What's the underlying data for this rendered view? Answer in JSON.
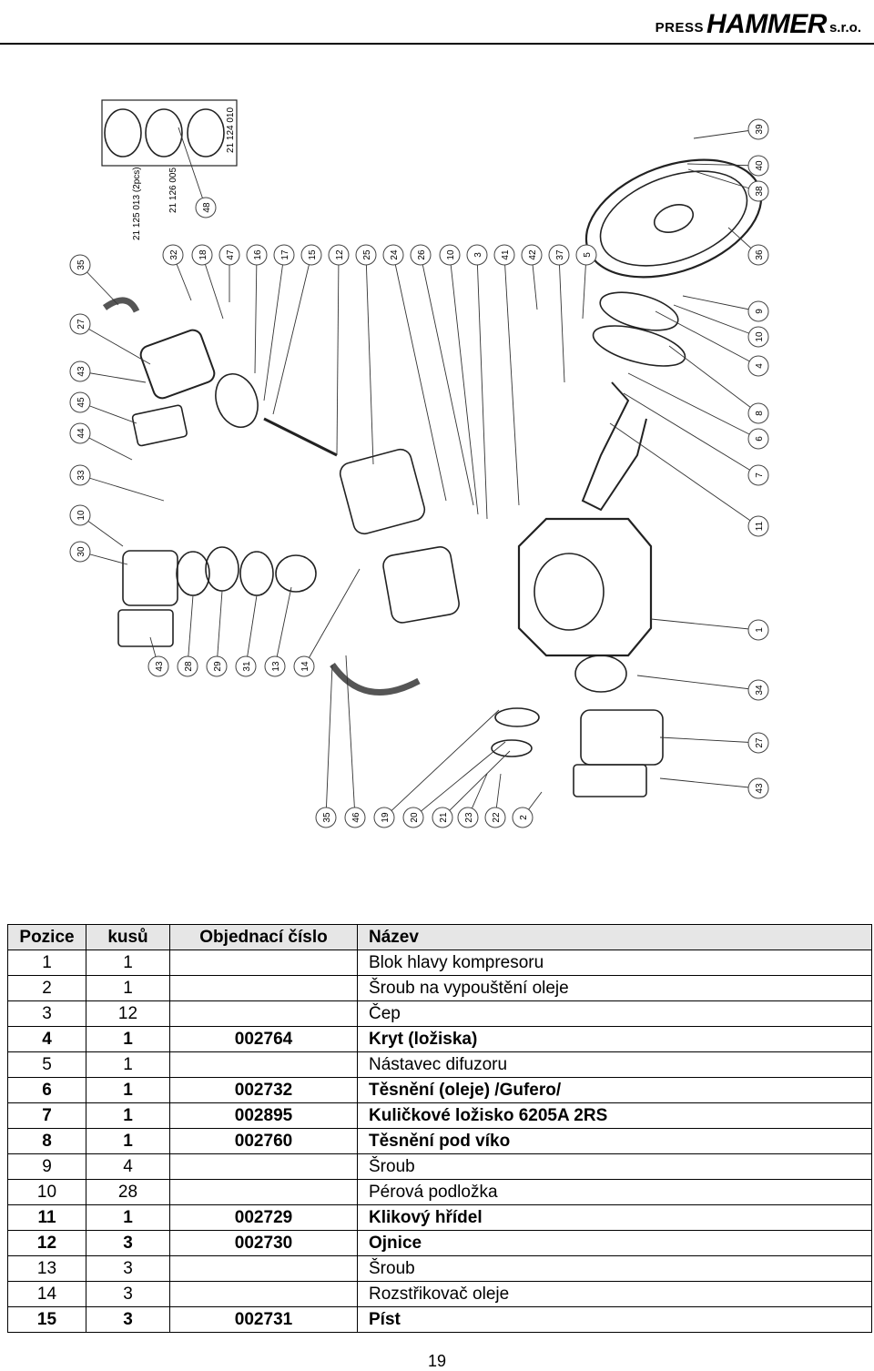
{
  "brand": {
    "press": "PRESS",
    "hammer": "HAMMER",
    "suffix": "s.r.o."
  },
  "diagram": {
    "inset_labels": [
      "21 125 013 (2pcs)",
      "21 126 005",
      "21 124 010"
    ],
    "callout_48": "48",
    "top_callouts": [
      "32",
      "18",
      "47",
      "16",
      "17",
      "15",
      "12",
      "25",
      "24",
      "26",
      "10",
      "3",
      "41",
      "42",
      "37",
      "5"
    ],
    "right_callouts": [
      "39",
      "40",
      "38",
      "36",
      "9",
      "10",
      "4",
      "8",
      "6",
      "7",
      "11",
      "1",
      "34",
      "27",
      "43"
    ],
    "left_callouts": [
      "35",
      "27",
      "43",
      "45",
      "44",
      "33",
      "10",
      "30"
    ],
    "mid_callouts": [
      "43",
      "28",
      "29",
      "31",
      "13",
      "14"
    ],
    "bottom_callouts": [
      "35",
      "46",
      "19",
      "20",
      "21",
      "23",
      "22",
      "2"
    ]
  },
  "table": {
    "headers": {
      "pos": "Pozice",
      "qty": "kusů",
      "code": "Objednací číslo",
      "name": "Název"
    },
    "rows": [
      {
        "pos": "1",
        "qty": "1",
        "code": "",
        "name": "Blok hlavy kompresoru",
        "bold": false
      },
      {
        "pos": "2",
        "qty": "1",
        "code": "",
        "name": "Šroub na vypouštění oleje",
        "bold": false
      },
      {
        "pos": "3",
        "qty": "12",
        "code": "",
        "name": "Čep",
        "bold": false
      },
      {
        "pos": "4",
        "qty": "1",
        "code": "002764",
        "name": "Kryt (ložiska)",
        "bold": true
      },
      {
        "pos": "5",
        "qty": "1",
        "code": "",
        "name": "Nástavec difuzoru",
        "bold": false
      },
      {
        "pos": "6",
        "qty": "1",
        "code": "002732",
        "name": "Těsnění (oleje) /Gufero/",
        "bold": true
      },
      {
        "pos": "7",
        "qty": "1",
        "code": "002895",
        "name": "Kuličkové ložisko 6205A 2RS",
        "bold": true
      },
      {
        "pos": "8",
        "qty": "1",
        "code": "002760",
        "name": "Těsnění pod víko",
        "bold": true
      },
      {
        "pos": "9",
        "qty": "4",
        "code": "",
        "name": "Šroub",
        "bold": false
      },
      {
        "pos": "10",
        "qty": "28",
        "code": "",
        "name": "Pérová podložka",
        "bold": false
      },
      {
        "pos": "11",
        "qty": "1",
        "code": "002729",
        "name": "Klikový hřídel",
        "bold": true
      },
      {
        "pos": "12",
        "qty": "3",
        "code": "002730",
        "name": "Ojnice",
        "bold": true
      },
      {
        "pos": "13",
        "qty": "3",
        "code": "",
        "name": "Šroub",
        "bold": false
      },
      {
        "pos": "14",
        "qty": "3",
        "code": "",
        "name": "Rozstřikovač oleje",
        "bold": false
      },
      {
        "pos": "15",
        "qty": "3",
        "code": "002731",
        "name": "Píst",
        "bold": true
      }
    ]
  },
  "page_number": "19"
}
